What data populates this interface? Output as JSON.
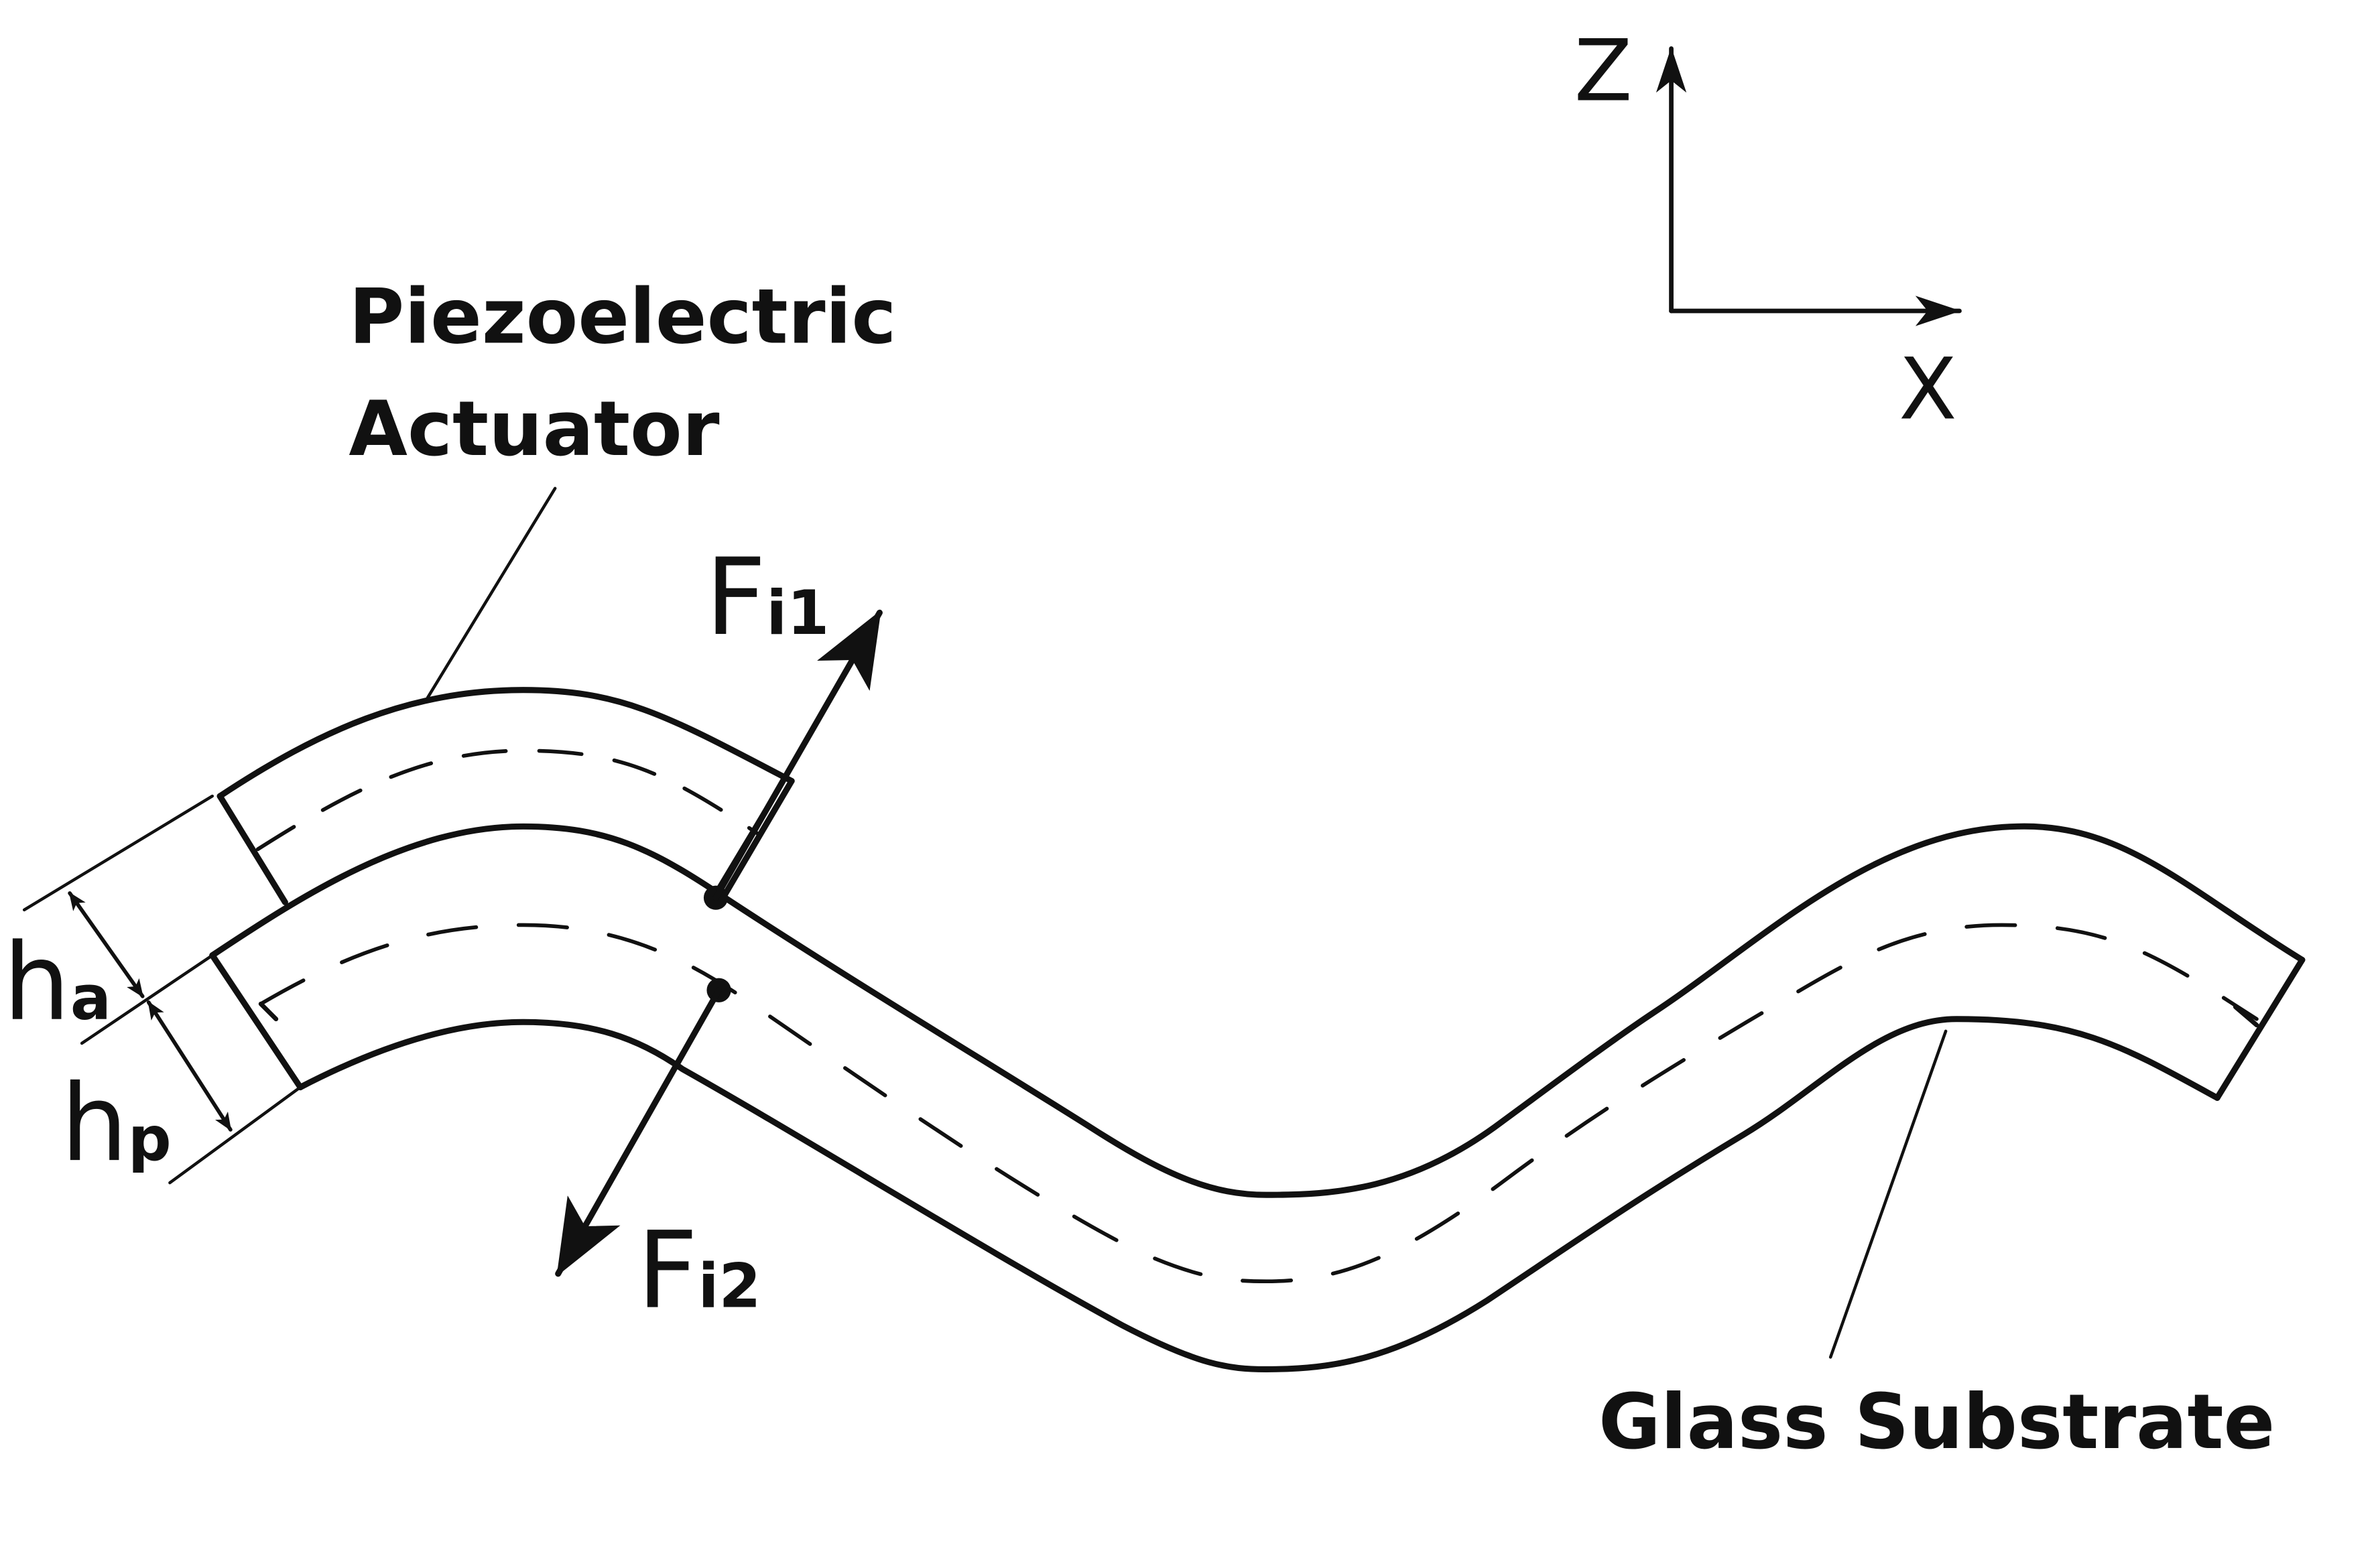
{
  "labels": {
    "actuator_line1": "Piezoelectric",
    "actuator_line2": "Actuator",
    "substrate": "Glass Substrate",
    "axis_z": "Z",
    "axis_x": "X",
    "force1_main": "F",
    "force1_sub": "i1",
    "force2_main": "F",
    "force2_sub": "i2",
    "ha_main": "h",
    "ha_sub": "a",
    "hp_main": "h",
    "hp_sub": "p"
  },
  "colors": {
    "ink": "#111111",
    "background": "#ffffff"
  }
}
